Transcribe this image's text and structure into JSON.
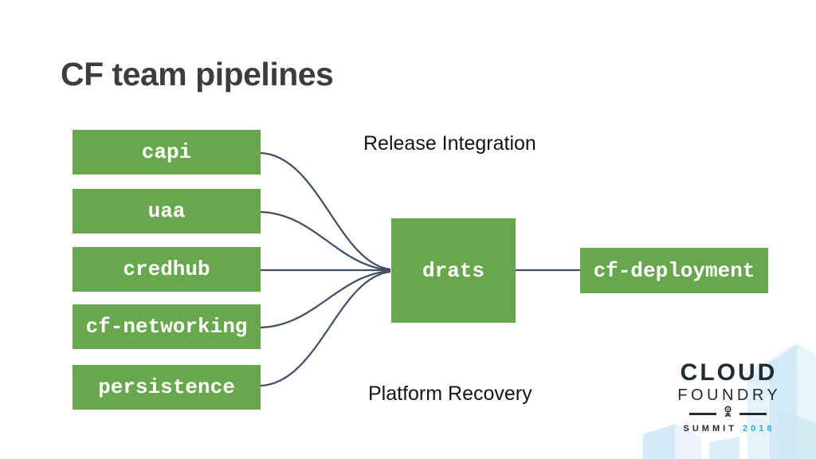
{
  "slide": {
    "title": "CF team pipelines"
  },
  "diagram": {
    "teams": [
      {
        "label": "capi"
      },
      {
        "label": "uaa"
      },
      {
        "label": "credhub"
      },
      {
        "label": "cf-networking"
      },
      {
        "label": "persistence"
      }
    ],
    "hub": {
      "label": "drats"
    },
    "output": {
      "label": "cf-deployment"
    },
    "section_labels": {
      "top": "Release Integration",
      "bottom": "Platform Recovery"
    },
    "edges": [
      {
        "from": "capi",
        "to": "drats"
      },
      {
        "from": "uaa",
        "to": "drats"
      },
      {
        "from": "credhub",
        "to": "drats"
      },
      {
        "from": "cf-networking",
        "to": "drats"
      },
      {
        "from": "persistence",
        "to": "drats"
      },
      {
        "from": "drats",
        "to": "cf-deployment"
      }
    ]
  },
  "logo": {
    "line1": "CLOUD",
    "line2": "FOUNDRY",
    "summit_word": "SUMMIT",
    "summit_year": "2018"
  },
  "colors": {
    "green": "#69A74E",
    "connector": "#3F4E63",
    "navy": "#212B36",
    "cyan": "#29ABE2",
    "title-gray": "#3D3D3D"
  }
}
